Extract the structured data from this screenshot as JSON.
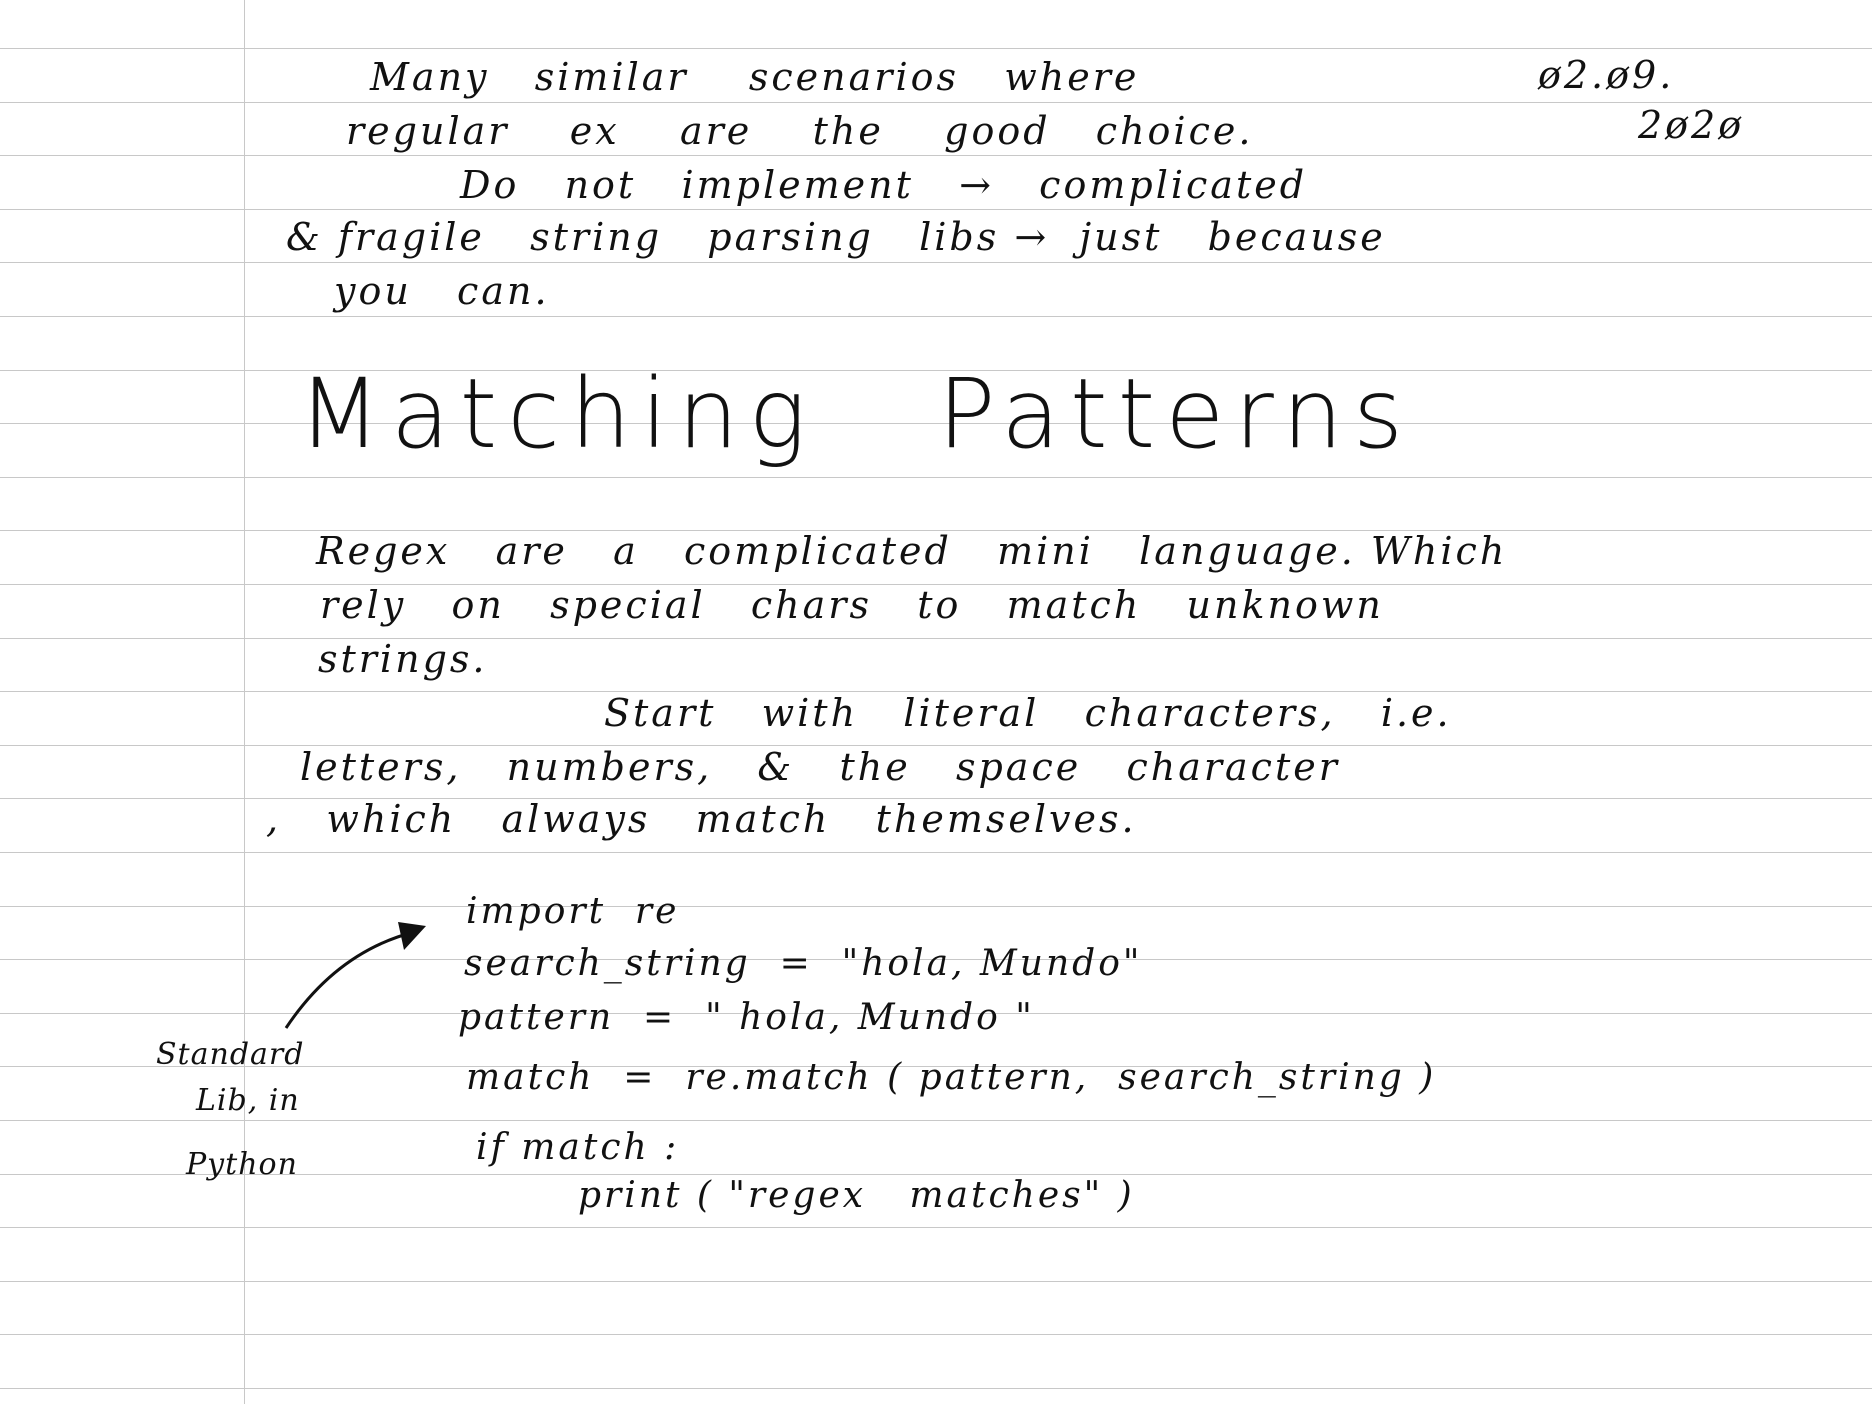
{
  "notes": {
    "intro": {
      "line1": "Many   similar    scenarios   where",
      "line1_num": "ø2.ø9.",
      "line2": "regular    ex    are    the    good   choice.",
      "line2_num": "2ø2ø",
      "line3": "Do   not   implement   →   complicated",
      "line4": "& fragile   string   parsing   libs →  just   because",
      "line5": "you   can."
    },
    "heading": "Matching   Patterns",
    "body": {
      "line1": "Regex   are   a   complicated   mini   language. Which",
      "line2": "rely   on   special   chars   to   match   unknown",
      "line3": "strings.",
      "line4": "Start   with   literal   characters,   i.e.",
      "line5": "letters,   numbers,   &   the   space   character",
      "line6": ",   which   always   match   themselves."
    },
    "code": [
      "import  re",
      "search_string  =  \"hola, Mundo\"",
      "pattern  =  \" hola, Mundo \"",
      "match  =  re.match ( pattern,  search_string )",
      "if match :",
      "print ( \"regex   matches\" )"
    ],
    "side_note": {
      "line1": "Standard",
      "line2": "Lib, in",
      "line3": "Python"
    }
  }
}
